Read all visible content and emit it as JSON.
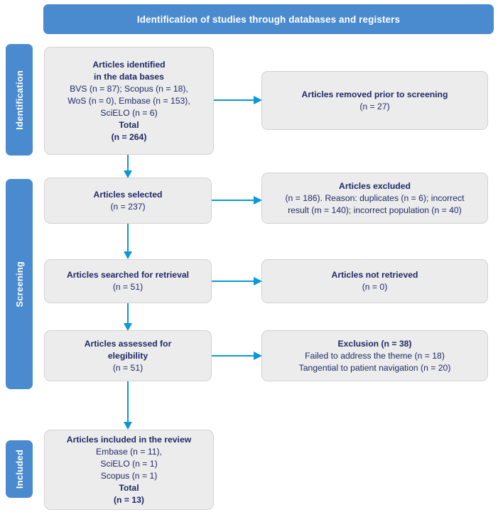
{
  "banner": {
    "title": "Identification of studies through databases and registers"
  },
  "stages": [
    {
      "id": "identification",
      "label": "Identification"
    },
    {
      "id": "screening",
      "label": "Screening"
    },
    {
      "id": "included",
      "label": "Included"
    }
  ],
  "colors": {
    "stage_blue": "#4A8ACF",
    "banner_blue": "#4A8ACF",
    "box_fill": "#ECECEC",
    "box_border": "#D2D2D2",
    "text_navy": "#1F2A66",
    "arrow_blue": "#0B97D8",
    "banner_text": "#FFFFFF",
    "background": "#FFFFFF"
  },
  "boxes": {
    "identified": {
      "lines": [
        {
          "text": "Articles identified",
          "bold": true
        },
        {
          "text": "in the data bases",
          "bold": true
        },
        {
          "text": "BVS (n = 87); Scopus (n = 18),",
          "bold": false
        },
        {
          "text": "WoS (n = 0), Embase (n = 153),",
          "bold": false
        },
        {
          "text": "SciELO (n = 6)",
          "bold": false
        },
        {
          "text": "Total",
          "bold": true
        },
        {
          "text": "(n = 264)",
          "bold": true
        }
      ]
    },
    "removed": {
      "lines": [
        {
          "text": "Articles removed prior to screening",
          "bold": true
        },
        {
          "text": "(n = 27)",
          "bold": false
        }
      ]
    },
    "selected": {
      "lines": [
        {
          "text": "Articles selected",
          "bold": true
        },
        {
          "text": "(n = 237)",
          "bold": false
        }
      ]
    },
    "excluded": {
      "lines": [
        {
          "text": "Articles excluded",
          "bold": true
        },
        {
          "text": "(n = 186). Reason: duplicates (n = 6); incorrect",
          "bold": false
        },
        {
          "text": "result (m = 140); incorrect population (n = 40)",
          "bold": false
        }
      ]
    },
    "retrieval": {
      "lines": [
        {
          "text": "Articles searched for retrieval",
          "bold": true
        },
        {
          "text": "(n = 51)",
          "bold": false
        }
      ]
    },
    "not_retrieved": {
      "lines": [
        {
          "text": "Articles not retrieved",
          "bold": true
        },
        {
          "text": "(n = 0)",
          "bold": false
        }
      ]
    },
    "eligibility": {
      "lines": [
        {
          "text": "Articles assessed for",
          "bold": true
        },
        {
          "text": "elegibility",
          "bold": true
        },
        {
          "text": "(n = 51)",
          "bold": false
        }
      ]
    },
    "exclusion": {
      "lines": [
        {
          "text": "Exclusion (n = 38)",
          "bold": true
        },
        {
          "text": "Failed to address the theme (n = 18)",
          "bold": false
        },
        {
          "text": "Tangential to patient navigation (n = 20)",
          "bold": false
        }
      ]
    },
    "included": {
      "lines": [
        {
          "text": "Articles included in the review",
          "bold": true
        },
        {
          "text": "Embase (n = 11),",
          "bold": false
        },
        {
          "text": "SciELO (n = 1)",
          "bold": false
        },
        {
          "text": "Scopus (n = 1)",
          "bold": false
        },
        {
          "text": "Total",
          "bold": true
        },
        {
          "text": "(n = 13)",
          "bold": true
        }
      ]
    }
  },
  "arrows": [
    {
      "name": "identified-to-removed",
      "direction": "right"
    },
    {
      "name": "identified-to-selected",
      "direction": "down"
    },
    {
      "name": "selected-to-excluded",
      "direction": "right"
    },
    {
      "name": "selected-to-retrieval",
      "direction": "down"
    },
    {
      "name": "retrieval-to-not-retrieved",
      "direction": "right"
    },
    {
      "name": "retrieval-to-eligibility",
      "direction": "down"
    },
    {
      "name": "eligibility-to-exclusion",
      "direction": "right"
    },
    {
      "name": "eligibility-to-included",
      "direction": "down"
    }
  ]
}
